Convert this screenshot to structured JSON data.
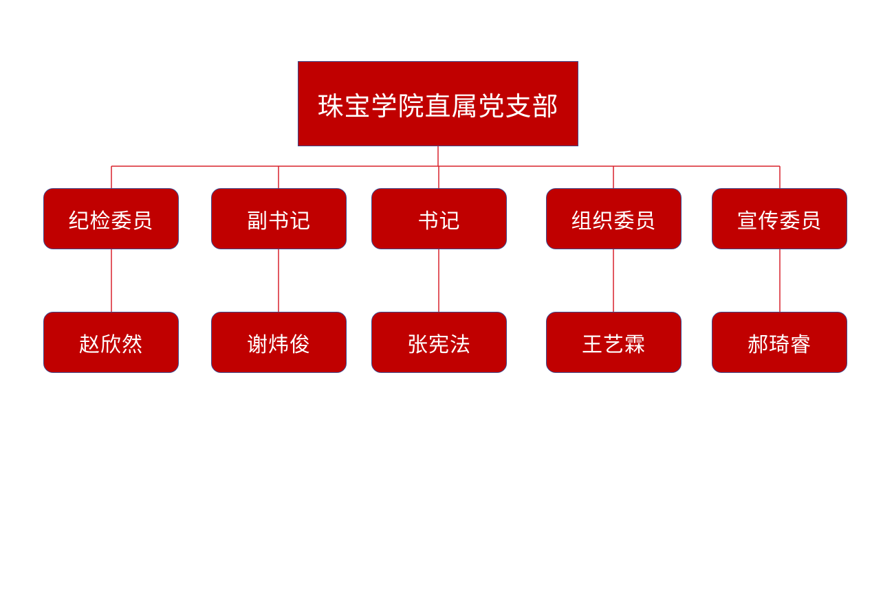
{
  "colors": {
    "box_fill": "#c00000",
    "box_border": "#3c4a8f",
    "connector": "#d9202a",
    "text": "#ffffff"
  },
  "root": {
    "label": "珠宝学院直属党支部"
  },
  "roles": [
    {
      "label": "纪检委员",
      "person": "赵欣然"
    },
    {
      "label": "副书记",
      "person": "谢炜俊"
    },
    {
      "label": "书记",
      "person": "张宪法"
    },
    {
      "label": "组织委员",
      "person": "王艺霖"
    },
    {
      "label": "宣传委员",
      "person": "郝琦睿"
    }
  ]
}
